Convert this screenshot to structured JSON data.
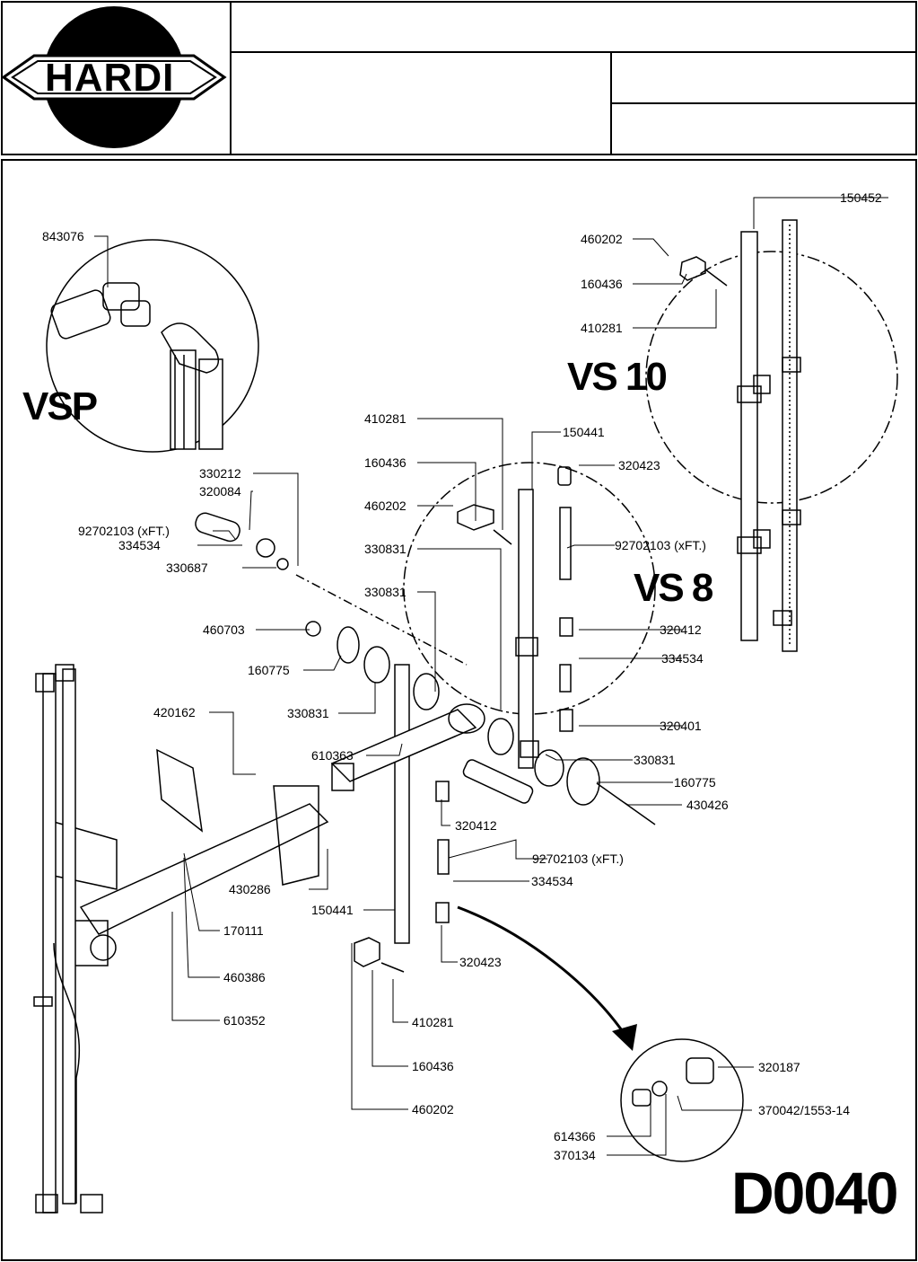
{
  "brand": {
    "logo_text": "HARDI"
  },
  "title_block": {
    "row1": "",
    "row2_left": "",
    "row2_right_top": "",
    "row2_right_bottom": ""
  },
  "drawing": {
    "code": "D0040",
    "variants": {
      "vsp": "VSP",
      "vs10": "VS 10",
      "vs8": "VS 8"
    },
    "parts": [
      {
        "id": "p01",
        "no": "843076"
      },
      {
        "id": "p02",
        "no": "150452"
      },
      {
        "id": "p03",
        "no": "460202"
      },
      {
        "id": "p04",
        "no": "160436"
      },
      {
        "id": "p05",
        "no": "410281"
      },
      {
        "id": "p06",
        "no": "410281"
      },
      {
        "id": "p07",
        "no": "150441"
      },
      {
        "id": "p08",
        "no": "160436"
      },
      {
        "id": "p09",
        "no": "320423"
      },
      {
        "id": "p10",
        "no": "460202"
      },
      {
        "id": "p11",
        "no": "330212"
      },
      {
        "id": "p12",
        "no": "320084"
      },
      {
        "id": "p13",
        "no": "92702103 (xFT.)"
      },
      {
        "id": "p14",
        "no": "334534"
      },
      {
        "id": "p15",
        "no": "330831"
      },
      {
        "id": "p16",
        "no": "92702103 (xFT.)"
      },
      {
        "id": "p17",
        "no": "330687"
      },
      {
        "id": "p18",
        "no": "330831"
      },
      {
        "id": "p19",
        "no": "460703"
      },
      {
        "id": "p20",
        "no": "320412"
      },
      {
        "id": "p21",
        "no": "160775"
      },
      {
        "id": "p22",
        "no": "334534"
      },
      {
        "id": "p23",
        "no": "330831"
      },
      {
        "id": "p24",
        "no": "420162"
      },
      {
        "id": "p25",
        "no": "320401"
      },
      {
        "id": "p26",
        "no": "610363"
      },
      {
        "id": "p27",
        "no": "330831"
      },
      {
        "id": "p28",
        "no": "160775"
      },
      {
        "id": "p29",
        "no": "430426"
      },
      {
        "id": "p30",
        "no": "320412"
      },
      {
        "id": "p31",
        "no": "92702103 (xFT.)"
      },
      {
        "id": "p32",
        "no": "430286"
      },
      {
        "id": "p33",
        "no": "334534"
      },
      {
        "id": "p34",
        "no": "150441"
      },
      {
        "id": "p35",
        "no": "170111"
      },
      {
        "id": "p36",
        "no": "320423"
      },
      {
        "id": "p37",
        "no": "460386"
      },
      {
        "id": "p38",
        "no": "410281"
      },
      {
        "id": "p39",
        "no": "610352"
      },
      {
        "id": "p40",
        "no": "160436"
      },
      {
        "id": "p41",
        "no": "320187"
      },
      {
        "id": "p42",
        "no": "460202"
      },
      {
        "id": "p43",
        "no": "370042/1553-14"
      },
      {
        "id": "p44",
        "no": "614366"
      },
      {
        "id": "p45",
        "no": "370134"
      }
    ]
  }
}
